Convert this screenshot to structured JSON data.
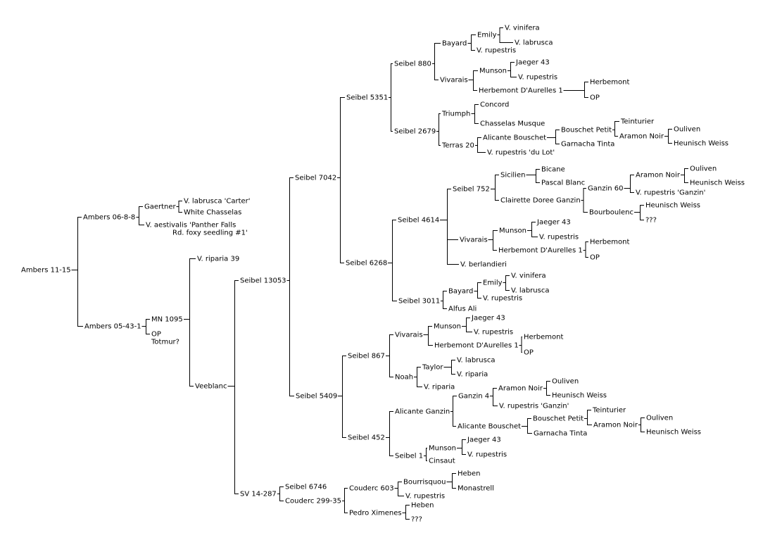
{
  "pedigree": {
    "label": "Ambers 11-15",
    "children": [
      {
        "label": "Ambers 06-8-8",
        "children": [
          {
            "label": "Gaertner",
            "children": [
              {
                "label": "V. labrusca 'Carter'"
              },
              {
                "label": "White Chasselas"
              }
            ]
          },
          {
            "label": "V. aestivalis 'Panther Falls",
            "label2": "Rd. foxy  seedling #1'"
          }
        ]
      },
      {
        "label": "Ambers 05-43-1",
        "children": [
          {
            "label": "MN 1095",
            "children": [
              {
                "label": "V. riparia 39"
              },
              {
                "label": "Veeblanc",
                "children": [
                  {
                    "label": "Seibel 13053",
                    "children": [
                      {
                        "label": "Seibel 7042",
                        "children": [
                          {
                            "label": "Seibel 5351",
                            "children": [
                              {
                                "label": "Seibel 880",
                                "children": [
                                  {
                                    "label": "Bayard",
                                    "children": [
                                      {
                                        "label": "Emily",
                                        "children": [
                                          {
                                            "label": "V. vinifera"
                                          },
                                          {
                                            "label": "V. labrusca"
                                          }
                                        ]
                                      },
                                      {
                                        "label": "V. rupestris"
                                      }
                                    ]
                                  },
                                  {
                                    "label": "Vivarais",
                                    "children": [
                                      {
                                        "label": "Munson",
                                        "children": [
                                          {
                                            "label": "Jaeger 43"
                                          },
                                          {
                                            "label": "V. rupestris"
                                          }
                                        ]
                                      },
                                      {
                                        "label": "Herbemont D'Aurelles 1",
                                        "children": [
                                          {
                                            "label": "Herbemont"
                                          },
                                          {
                                            "label": "OP"
                                          }
                                        ]
                                      }
                                    ]
                                  }
                                ]
                              },
                              {
                                "label": "Seibel 2679",
                                "children": [
                                  {
                                    "label": "Triumph",
                                    "children": [
                                      {
                                        "label": "Concord"
                                      },
                                      {
                                        "label": "Chasselas Musque"
                                      }
                                    ]
                                  },
                                  {
                                    "label": "Terras 20",
                                    "children": [
                                      {
                                        "label": "Alicante Bouschet",
                                        "children": [
                                          {
                                            "label": "Bouschet Petit",
                                            "children": [
                                              {
                                                "label": "Teinturier"
                                              },
                                              {
                                                "label": "Aramon Noir",
                                                "children": [
                                                  {
                                                    "label": "Ouliven"
                                                  },
                                                  {
                                                    "label": "Heunisch Weiss"
                                                  }
                                                ]
                                              }
                                            ]
                                          },
                                          {
                                            "label": "Garnacha Tinta"
                                          }
                                        ]
                                      },
                                      {
                                        "label": "V. rupestris 'du Lot'"
                                      }
                                    ]
                                  }
                                ]
                              }
                            ]
                          },
                          {
                            "label": "Seibel 6268",
                            "children": [
                              {
                                "label": "Seibel 4614",
                                "children": [
                                  {
                                    "label": "Seibel 752",
                                    "children": [
                                      {
                                        "label": "Sicilien",
                                        "children": [
                                          {
                                            "label": "Bicane"
                                          },
                                          {
                                            "label": "Pascal Blanc"
                                          }
                                        ]
                                      },
                                      {
                                        "label": "Clairette Doree Ganzin",
                                        "children": [
                                          {
                                            "label": "Ganzin 60",
                                            "children": [
                                              {
                                                "label": "Aramon Noir",
                                                "children": [
                                                  {
                                                    "label": "Ouliven"
                                                  },
                                                  {
                                                    "label": "Heunisch Weiss"
                                                  }
                                                ]
                                              },
                                              {
                                                "label": "V. rupestris 'Ganzin'"
                                              }
                                            ]
                                          },
                                          {
                                            "label": "Bourboulenc",
                                            "children": [
                                              {
                                                "label": "Heunisch Weiss"
                                              },
                                              {
                                                "label": "???"
                                              }
                                            ]
                                          }
                                        ]
                                      }
                                    ]
                                  },
                                  {
                                    "label": "Vivarais",
                                    "children": [
                                      {
                                        "label": "Munson",
                                        "children": [
                                          {
                                            "label": "Jaeger 43"
                                          },
                                          {
                                            "label": "V. rupestris"
                                          }
                                        ]
                                      },
                                      {
                                        "label": "Herbemont D'Aurelles 1",
                                        "children": [
                                          {
                                            "label": "Herbemont"
                                          },
                                          {
                                            "label": "OP"
                                          }
                                        ]
                                      }
                                    ]
                                  },
                                  {
                                    "label": "V. berlandieri"
                                  }
                                ]
                              },
                              {
                                "label": "Seibel 3011",
                                "children": [
                                  {
                                    "label": "Bayard",
                                    "children": [
                                      {
                                        "label": "Emily",
                                        "children": [
                                          {
                                            "label": "V. vinifera"
                                          },
                                          {
                                            "label": "V. labrusca"
                                          }
                                        ]
                                      },
                                      {
                                        "label": "V. rupestris"
                                      }
                                    ]
                                  },
                                  {
                                    "label": "Alfus Ali"
                                  }
                                ]
                              }
                            ]
                          }
                        ]
                      },
                      {
                        "label": "Seibel 5409",
                        "children": [
                          {
                            "label": "Seibel 867",
                            "children": [
                              {
                                "label": "Vivarais",
                                "children": [
                                  {
                                    "label": "Munson",
                                    "children": [
                                      {
                                        "label": "Jaeger 43"
                                      },
                                      {
                                        "label": "V. rupestris"
                                      }
                                    ]
                                  },
                                  {
                                    "label": "Herbemont D'Aurelles 1",
                                    "children": [
                                      {
                                        "label": "Herbemont"
                                      },
                                      {
                                        "label": "OP"
                                      }
                                    ]
                                  }
                                ]
                              },
                              {
                                "label": "Noah",
                                "children": [
                                  {
                                    "label": "Taylor",
                                    "children": [
                                      {
                                        "label": "V. labrusca"
                                      },
                                      {
                                        "label": "V. riparia"
                                      }
                                    ]
                                  },
                                  {
                                    "label": "V. riparia"
                                  }
                                ]
                              }
                            ]
                          },
                          {
                            "label": "Seibel 452",
                            "children": [
                              {
                                "label": "Alicante Ganzin",
                                "children": [
                                  {
                                    "label": "Ganzin 4",
                                    "children": [
                                      {
                                        "label": "Aramon Noir",
                                        "children": [
                                          {
                                            "label": "Ouliven"
                                          },
                                          {
                                            "label": "Heunisch Weiss"
                                          }
                                        ]
                                      },
                                      {
                                        "label": "V. rupestris 'Ganzin'"
                                      }
                                    ]
                                  },
                                  {
                                    "label": "Alicante Bouschet",
                                    "children": [
                                      {
                                        "label": "Bouschet Petit",
                                        "children": [
                                          {
                                            "label": "Teinturier"
                                          },
                                          {
                                            "label": "Aramon Noir",
                                            "children": [
                                              {
                                                "label": "Ouliven"
                                              },
                                              {
                                                "label": "Heunisch Weiss"
                                              }
                                            ]
                                          }
                                        ]
                                      },
                                      {
                                        "label": "Garnacha Tinta"
                                      }
                                    ]
                                  }
                                ]
                              },
                              {
                                "label": "Seibel 1",
                                "children": [
                                  {
                                    "label": "Munson",
                                    "children": [
                                      {
                                        "label": "Jaeger 43"
                                      },
                                      {
                                        "label": "V. rupestris"
                                      }
                                    ]
                                  },
                                  {
                                    "label": "Cinsaut"
                                  }
                                ]
                              }
                            ]
                          }
                        ]
                      }
                    ]
                  },
                  {
                    "label": "SV 14-287",
                    "children": [
                      {
                        "label": "Seibel 6746"
                      },
                      {
                        "label": "Couderc 299-35",
                        "children": [
                          {
                            "label": "Couderc 603",
                            "children": [
                              {
                                "label": "Bourrisquou",
                                "children": [
                                  {
                                    "label": "Heben"
                                  },
                                  {
                                    "label": "Monastrell"
                                  }
                                ]
                              },
                              {
                                "label": "V. rupestris"
                              }
                            ]
                          },
                          {
                            "label": "Pedro Ximenes",
                            "children": [
                              {
                                "label": "Heben"
                              },
                              {
                                "label": "???"
                              }
                            ]
                          }
                        ]
                      }
                    ]
                  }
                ]
              }
            ]
          },
          {
            "label": "OP",
            "label2": "Totmur?"
          }
        ]
      }
    ]
  }
}
